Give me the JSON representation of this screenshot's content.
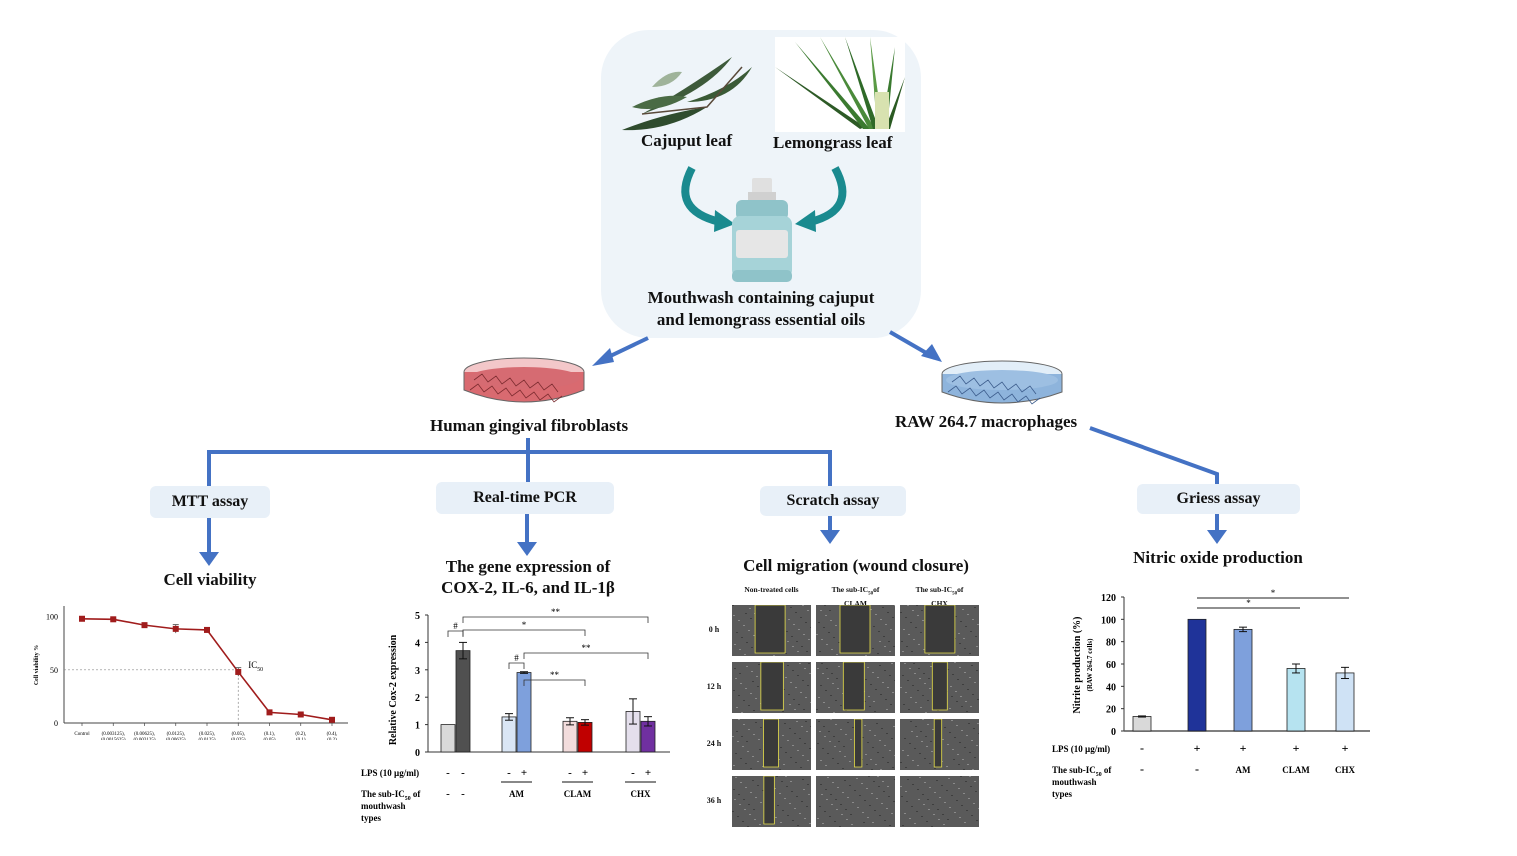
{
  "top": {
    "plant1": "Cajuput leaf",
    "plant2": "Lemongrass leaf",
    "product_line1": "Mouthwash containing cajuput",
    "product_line2": "and lemongrass essential oils"
  },
  "cells": {
    "left": "Human gingival fibroblasts",
    "right": "RAW 264.7 macrophages"
  },
  "assays": [
    {
      "name": "MTT assay",
      "result": "Cell viability"
    },
    {
      "name": "Real-time PCR",
      "result_line1": "The gene expression of",
      "result_line2": "COX-2, IL-6, and IL-1β"
    },
    {
      "name": "Scratch assay",
      "result": "Cell migration (wound closure)"
    },
    {
      "name": "Griess assay",
      "result": "Nitric oxide production"
    }
  ],
  "colors": {
    "arrow": "#4472c4",
    "teal_arrow": "#1a8a8f",
    "box_bg": "#eef4f9",
    "line_red": "#a01c1c"
  },
  "chart_data": [
    {
      "id": "mtt",
      "type": "line",
      "title": "",
      "ylabel": "Cell viability %",
      "xlabel": "",
      "ylim": [
        0,
        110
      ],
      "yticks": [
        0,
        50,
        100
      ],
      "categories": [
        "Control",
        "(0.003125),(0.0015625)",
        "(0.00625),(0.003125)",
        "(0.0125),(0.00625)",
        "(0.025),(0.0125)",
        "(0.05),(0.025)",
        "(0.1),(0.05)",
        "(0.2),(0.1)",
        "(0.4),(0.2)"
      ],
      "category_lines": [
        [
          "Control",
          ""
        ],
        [
          "(0.003125),",
          "(0.0015625)"
        ],
        [
          "(0.00625),",
          "(0.003125)"
        ],
        [
          "(0.0125),",
          "(0.00625)"
        ],
        [
          "(0.025),",
          "(0.0125)"
        ],
        [
          "(0.05),",
          "(0.025)"
        ],
        [
          "(0.1),",
          "(0.05)"
        ],
        [
          "(0.2),",
          "(0.1)"
        ],
        [
          "(0.4),",
          "(0.2)"
        ]
      ],
      "values": [
        98,
        97.5,
        92,
        88.5,
        87.5,
        48,
        10,
        8,
        3
      ],
      "errors": [
        0,
        1,
        2,
        4,
        2,
        4,
        0.5,
        0.5,
        0.5
      ],
      "annotation": {
        "text": "IC",
        "sub": "50",
        "at_value": 50,
        "at_index": 5
      },
      "color": "#a01c1c"
    },
    {
      "id": "cox2",
      "type": "bar",
      "ylabel": "Relative Cox-2 expression",
      "ylim": [
        0,
        5
      ],
      "yticks": [
        0,
        1,
        2,
        3,
        4,
        5
      ],
      "groups": [
        {
          "label": "",
          "bars": [
            {
              "value": 1.0,
              "error": 0,
              "color": "#d9d9d9"
            },
            {
              "value": 3.7,
              "error": 0.3,
              "color": "#505050"
            }
          ]
        },
        {
          "label": "AM",
          "bars": [
            {
              "value": 1.28,
              "error": 0.12,
              "color": "#dae6f5"
            },
            {
              "value": 2.9,
              "error": 0.03,
              "color": "#7ea0dc"
            }
          ]
        },
        {
          "label": "CLAM",
          "bars": [
            {
              "value": 1.12,
              "error": 0.13,
              "color": "#f2dcdc"
            },
            {
              "value": 1.08,
              "error": 0.1,
              "color": "#c00000"
            }
          ]
        },
        {
          "label": "CHX",
          "bars": [
            {
              "value": 1.48,
              "error": 0.46,
              "color": "#e4dfec"
            },
            {
              "value": 1.12,
              "error": 0.17,
              "color": "#7030a0"
            }
          ]
        }
      ],
      "lps_row": [
        "-",
        "-",
        "-",
        "+",
        "-",
        "+",
        "-",
        "+"
      ],
      "lps_label": "LPS (10 µg/ml)",
      "subic_label_line1": "The sub-IC",
      "subic_sub": "50",
      "subic_label_line2": " of",
      "subic_label_line3": "mouthwash",
      "subic_label_line4": "types",
      "subic_row0": [
        "-",
        "-"
      ],
      "significance": [
        {
          "from": [
            0,
            0
          ],
          "to": [
            0,
            1
          ],
          "mark": "#"
        },
        {
          "from": [
            0,
            1
          ],
          "to": [
            3,
            1
          ],
          "mark": "**"
        },
        {
          "from": [
            0,
            1
          ],
          "to": [
            2,
            1
          ],
          "mark": "*"
        },
        {
          "from": [
            1,
            0
          ],
          "to": [
            1,
            1
          ],
          "mark": "#"
        },
        {
          "from": [
            1,
            1
          ],
          "to": [
            3,
            1
          ],
          "mark": "**"
        },
        {
          "from": [
            1,
            1
          ],
          "to": [
            2,
            1
          ],
          "mark": "**"
        }
      ]
    },
    {
      "id": "scratch",
      "type": "table",
      "columns": [
        "Non-treated cells",
        "The sub-IC50 of CLAM",
        "The sub-IC50 of CHX"
      ],
      "column_lines": [
        [
          "Non-treated cells",
          ""
        ],
        [
          "The sub-IC",
          "50",
          "of",
          "CLAM"
        ],
        [
          "The sub-IC",
          "50",
          "of",
          "CHX"
        ]
      ],
      "rows": [
        "0 h",
        "12 h",
        "24 h",
        "36 h"
      ],
      "wound_open_fraction": [
        [
          1.0,
          1.0,
          1.0
        ],
        [
          0.75,
          0.7,
          0.5
        ],
        [
          0.5,
          0.25,
          0.25
        ],
        [
          0.35,
          0.0,
          0.0
        ]
      ]
    },
    {
      "id": "nitrite",
      "type": "bar",
      "ylabel": "Nitrite production (%)",
      "ylabel2": "(RAW 264.7 cells)",
      "ylim": [
        0,
        120
      ],
      "yticks": [
        0,
        20,
        40,
        60,
        80,
        100,
        120
      ],
      "bars": [
        {
          "value": 13,
          "error": 0.5,
          "color": "#d9d9d9"
        },
        {
          "value": 100,
          "error": 0,
          "color": "#1f3399"
        },
        {
          "value": 91,
          "error": 2,
          "color": "#7ea0dc"
        },
        {
          "value": 56,
          "error": 4,
          "color": "#b6e3f0"
        },
        {
          "value": 52,
          "error": 5,
          "color": "#cfe2f5"
        }
      ],
      "lps_label": "LPS (10 µg/ml)",
      "lps_row": [
        "-",
        "+",
        "+",
        "+",
        "+"
      ],
      "subic_row": [
        "-",
        "-",
        "AM",
        "CLAM",
        "CHX"
      ],
      "subic_label_line1": "The sub-IC",
      "subic_sub": "50",
      "subic_label_line2": " of",
      "subic_label_line3": "mouthwash",
      "subic_label_line4": "types",
      "significance": [
        {
          "from": 1,
          "to": 4,
          "mark": "*"
        },
        {
          "from": 1,
          "to": 3,
          "mark": "*"
        }
      ]
    }
  ]
}
